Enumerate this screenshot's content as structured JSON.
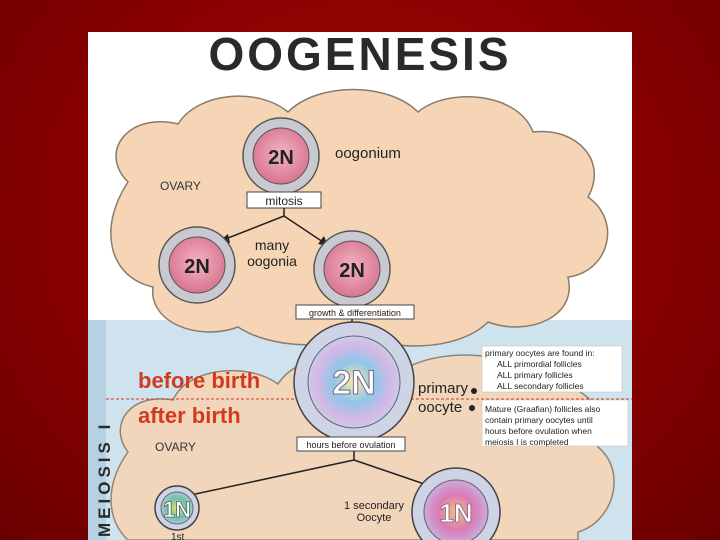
{
  "title": "OOGENESIS",
  "top": {
    "region_label": "OVARY",
    "oogonium_ploidy": "2N",
    "oogonium_label": "oogonium",
    "mitosis_label": "mitosis",
    "many_oogonia_label": [
      "many",
      "oogonia"
    ],
    "oogonia_ploidy": [
      "2N",
      "2N"
    ],
    "growth_label": "growth & differentiation"
  },
  "meiosis": {
    "side_label": "MEIOSIS I",
    "before_birth": "before birth",
    "after_birth": "after birth",
    "region_label": "OVARY",
    "primary_ploidy": "2N",
    "primary_label": [
      "primary",
      "oocyte"
    ],
    "hours_label": "hours before ovulation",
    "note_top": [
      "primary oocytes are found in:",
      "ALL primordial follicles",
      "ALL primary follicles",
      "ALL secondary follicles"
    ],
    "note_bottom": [
      "Mature (Graafian) follicles also",
      "contain primary oocytes until",
      "hours before ovulation when",
      "meiosis I is completed"
    ],
    "secondary_label": [
      "1 secondary",
      "Oocyte"
    ],
    "left_cell_ploidy": "1N",
    "right_cell_ploidy": "1N",
    "left_cell_caption": "1st"
  },
  "colors": {
    "background": "#8a0000",
    "cloud_fill": "#f6d5b6",
    "cloud_stroke": "#8a7a6a",
    "cell_fill": "#e18aa0",
    "cell_ring": "#c9c9d2",
    "meiosis_bg": "#cfe3ee",
    "before_after_text": "#d23a1f"
  }
}
